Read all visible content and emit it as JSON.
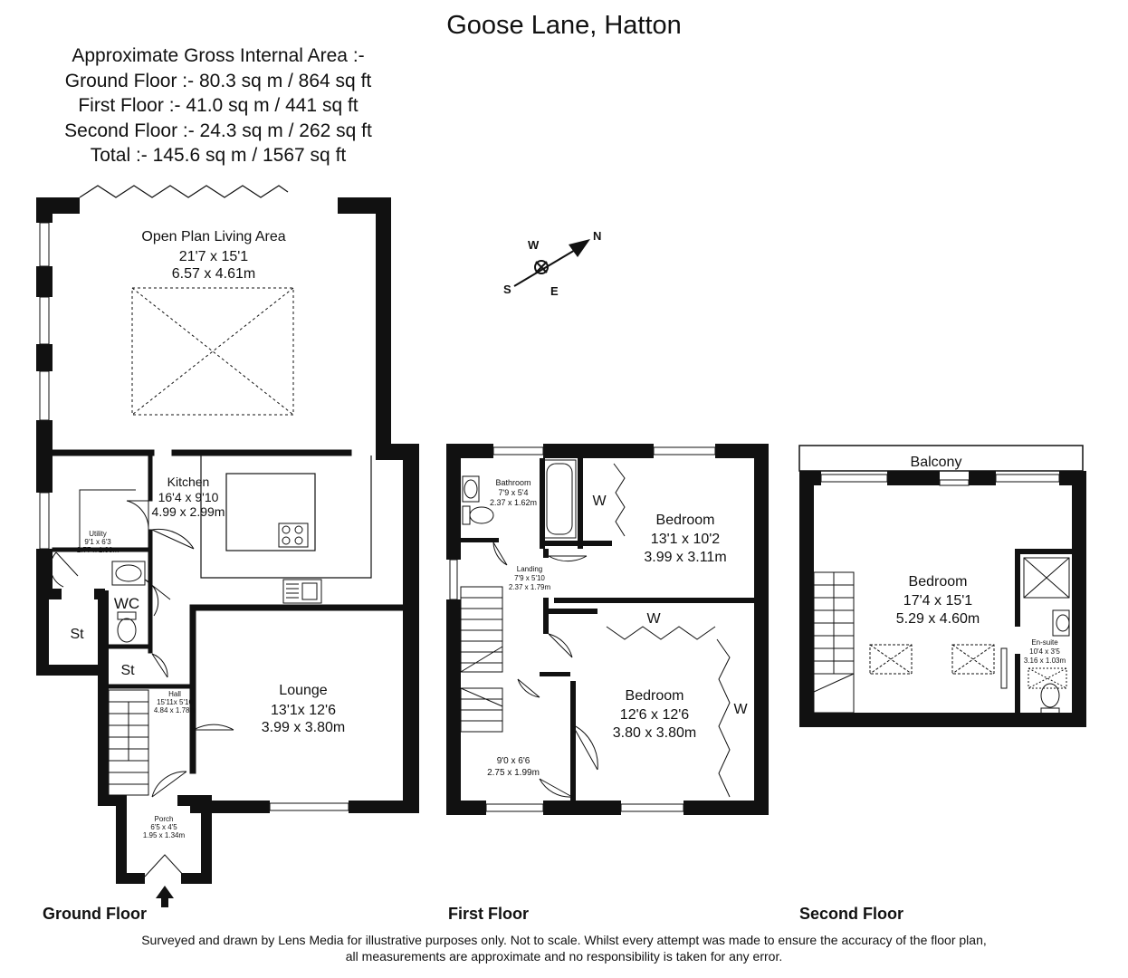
{
  "title": "Goose Lane, Hatton",
  "areas": {
    "heading": "Approximate Gross Internal Area :-",
    "ground": "Ground Floor :- 80.3 sq m / 864 sq ft",
    "first": "First Floor :- 41.0 sq m / 441 sq ft",
    "second": "Second Floor :- 24.3 sq m / 262 sq ft",
    "total": "Total :- 145.6 sq m / 1567 sq ft"
  },
  "compass": {
    "n": "N",
    "s": "S",
    "e": "E",
    "w": "W"
  },
  "ground_floor": {
    "label": "Ground Floor",
    "living": {
      "name": "Open Plan Living Area",
      "imperial": "21'7 x 15'1",
      "metric": "6.57 x 4.61m"
    },
    "kitchen": {
      "name": "Kitchen",
      "imperial": "16'4 x 9'10",
      "metric": "4.99 x 2.99m"
    },
    "utility": {
      "name": "Utility",
      "imperial": "9'1 x 6'3",
      "metric": "2.77 x 1.90m"
    },
    "wc": "WC",
    "store1": "St",
    "store2": "St",
    "hall": {
      "name": "Hall",
      "imperial": "15'11x 5'10",
      "metric": "4.84 x 1.78m"
    },
    "lounge": {
      "name": "Lounge",
      "imperial": "13'1x 12'6",
      "metric": "3.99 x 3.80m"
    },
    "porch": {
      "name": "Porch",
      "imperial": "6'5 x 4'5",
      "metric": "1.95 x 1.34m"
    }
  },
  "first_floor": {
    "label": "First Floor",
    "bathroom": {
      "name": "Bathroom",
      "imperial": "7'9 x 5'4",
      "metric": "2.37 x 1.62m"
    },
    "wardrobe1": "W",
    "bedroom1": {
      "name": "Bedroom",
      "imperial": "13'1 x 10'2",
      "metric": "3.99 x 3.11m"
    },
    "landing": {
      "name": "Landing",
      "imperial": "7'9 x 5'10",
      "metric": "2.37 x 1.79m"
    },
    "wardrobe2": "W",
    "wardrobe3": "W",
    "bedroom2": {
      "name": "Bedroom",
      "imperial": "12'6 x 12'6",
      "metric": "3.80 x 3.80m"
    },
    "room3": {
      "imperial": "9'0 x 6'6",
      "metric": "2.75 x 1.99m"
    }
  },
  "second_floor": {
    "label": "Second Floor",
    "balcony": "Balcony",
    "bedroom": {
      "name": "Bedroom",
      "imperial": "17'4 x 15'1",
      "metric": "5.29 x 4.60m"
    },
    "ensuite": {
      "name": "En-suite",
      "imperial": "10'4 x 3'5",
      "metric": "3.16 x 1.03m"
    }
  },
  "disclaimer": {
    "line1": "Surveyed and drawn by Lens Media for illustrative purposes only. Not to scale. Whilst every attempt was made to ensure the accuracy of the floor plan,",
    "line2": "all measurements are approximate and no responsibility is taken for any error."
  }
}
